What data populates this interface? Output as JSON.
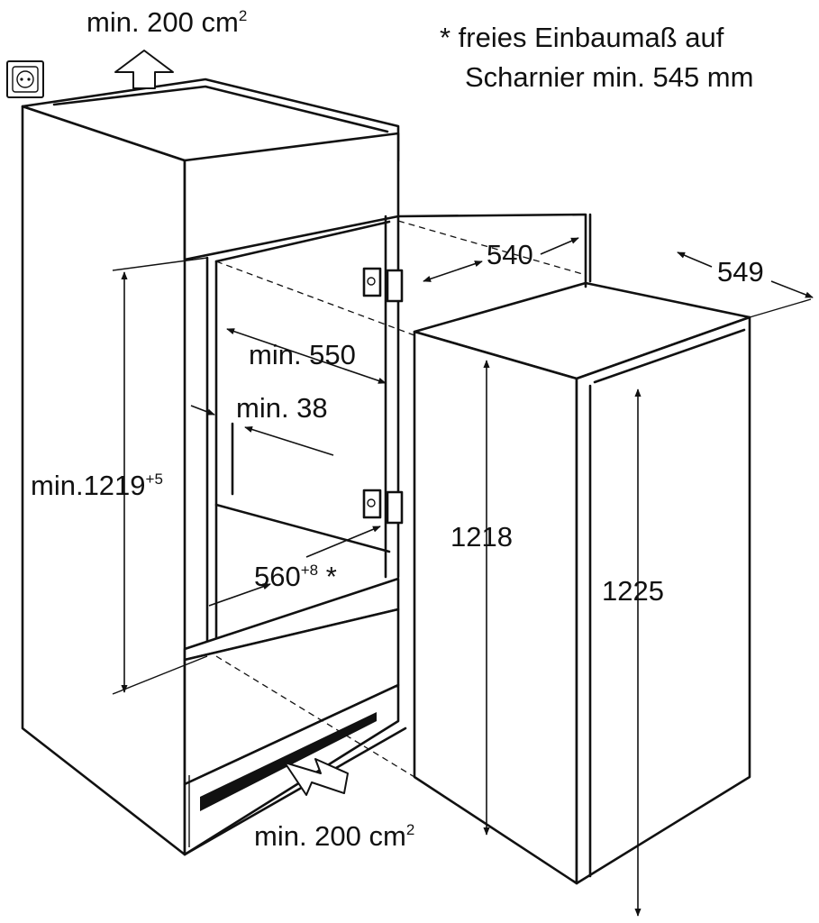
{
  "note": {
    "line1": "* freies Einbaumaß auf",
    "line2": "Scharnier min. 545 mm"
  },
  "vent_top": {
    "text": "min. 200 cm",
    "sup": "2"
  },
  "vent_bottom": {
    "text": "min. 200 cm",
    "sup": "2"
  },
  "dimensions": {
    "niche_height": {
      "text": "min.1219",
      "sup": "+5"
    },
    "niche_depth": "min. 550",
    "wall_gap": "min. 38",
    "niche_width": {
      "text": "560",
      "sup": "+8",
      "suffix": " *"
    },
    "door_depth": "540",
    "appliance_depth": "549",
    "appliance_height_body": "1218",
    "appliance_height_total": "1225"
  },
  "icons": [
    "power-socket-icon",
    "airflow-up-arrow-icon",
    "airflow-in-arrow-icon",
    "door-hinge-icon"
  ]
}
